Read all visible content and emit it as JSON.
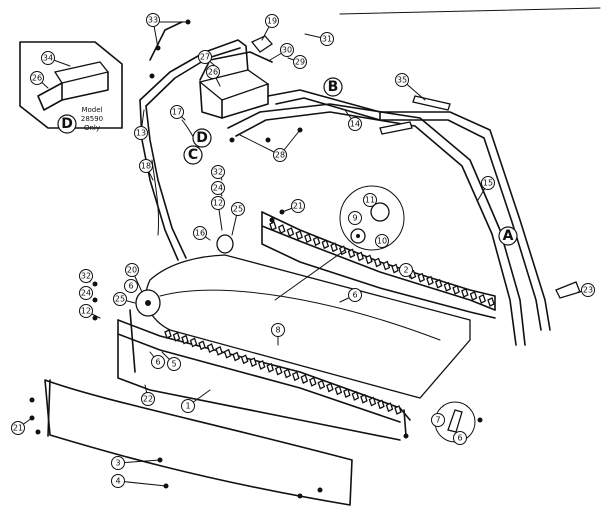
{
  "callouts": [
    {
      "id": "p33a",
      "label": "33"
    },
    {
      "id": "p19",
      "label": "19"
    },
    {
      "id": "p30",
      "label": "30"
    },
    {
      "id": "p31",
      "label": "31"
    },
    {
      "id": "p29",
      "label": "29"
    },
    {
      "id": "p27",
      "label": "27"
    },
    {
      "id": "p26",
      "label": "26"
    },
    {
      "id": "p34",
      "label": "34"
    },
    {
      "id": "p26b",
      "label": "26"
    },
    {
      "id": "p17",
      "label": "17"
    },
    {
      "id": "p13",
      "label": "13"
    },
    {
      "id": "p18",
      "label": "18"
    },
    {
      "id": "p35",
      "label": "35"
    },
    {
      "id": "p14",
      "label": "14"
    },
    {
      "id": "p28",
      "label": "28"
    },
    {
      "id": "p15",
      "label": "15"
    },
    {
      "id": "p32a",
      "label": "32"
    },
    {
      "id": "p24a",
      "label": "24"
    },
    {
      "id": "p12a",
      "label": "12"
    },
    {
      "id": "p25a",
      "label": "25"
    },
    {
      "id": "p21a",
      "label": "21"
    },
    {
      "id": "p11",
      "label": "11"
    },
    {
      "id": "p9",
      "label": "9"
    },
    {
      "id": "p10",
      "label": "10"
    },
    {
      "id": "p16",
      "label": "16"
    },
    {
      "id": "p2",
      "label": "2"
    },
    {
      "id": "p20",
      "label": "20"
    },
    {
      "id": "p6a",
      "label": "6"
    },
    {
      "id": "p32b",
      "label": "32"
    },
    {
      "id": "p24b",
      "label": "24"
    },
    {
      "id": "p12b",
      "label": "12"
    },
    {
      "id": "p25b",
      "label": "25"
    },
    {
      "id": "p6b",
      "label": "6"
    },
    {
      "id": "p8",
      "label": "8"
    },
    {
      "id": "p23",
      "label": "23"
    },
    {
      "id": "p6c",
      "label": "6"
    },
    {
      "id": "p5",
      "label": "5"
    },
    {
      "id": "p22",
      "label": "22"
    },
    {
      "id": "p1",
      "label": "1"
    },
    {
      "id": "p7",
      "label": "7"
    },
    {
      "id": "p6d",
      "label": "6"
    },
    {
      "id": "p21b",
      "label": "21"
    },
    {
      "id": "p3",
      "label": "3"
    },
    {
      "id": "p4",
      "label": "4"
    }
  ],
  "tags": [
    {
      "id": "tB",
      "label": "B"
    },
    {
      "id": "tC",
      "label": "C"
    },
    {
      "id": "tDa",
      "label": "D"
    },
    {
      "id": "tDb",
      "label": "D"
    },
    {
      "id": "tA",
      "label": "A"
    }
  ],
  "note": {
    "line1": "Model",
    "line2": "28590",
    "line3": "Only"
  }
}
